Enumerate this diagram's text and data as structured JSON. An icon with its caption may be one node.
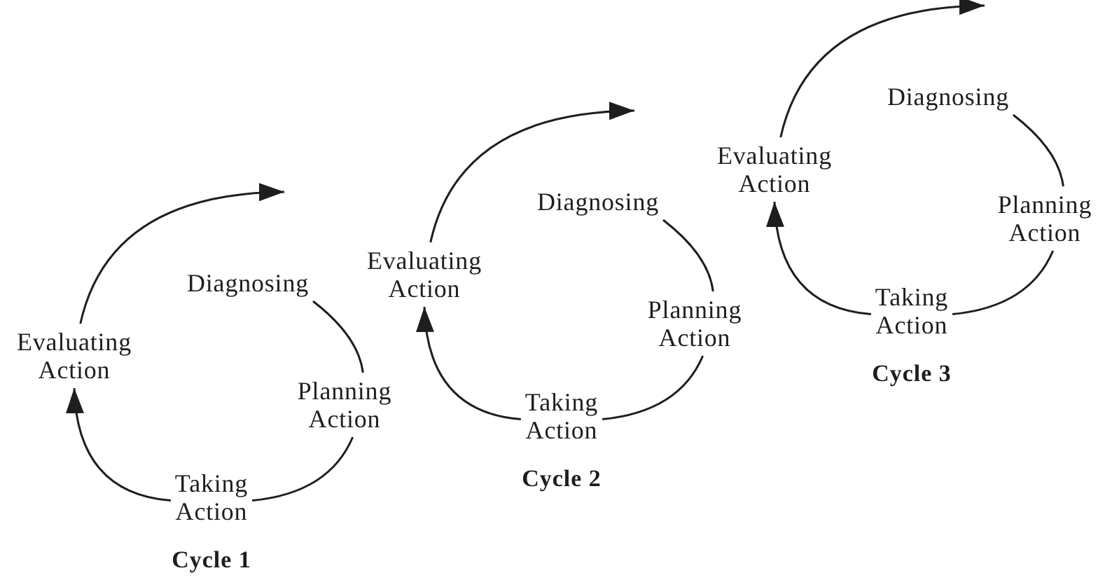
{
  "diagram": {
    "nodes": [
      {
        "text": [
          "Diagnosing"
        ]
      },
      {
        "text": [
          "Planning Action"
        ]
      },
      {
        "text": [
          "Taking Action"
        ]
      },
      {
        "text": [
          "Evaluating Action"
        ]
      },
      {
        "text": [
          "Diagnosing"
        ]
      },
      {
        "text": [
          "Planning Action"
        ]
      },
      {
        "text": [
          "Taking Action"
        ]
      },
      {
        "text": [
          "Evaluating Action"
        ]
      },
      {
        "text": [
          "Diagnosing"
        ]
      },
      {
        "text": [
          "Planning Action"
        ]
      },
      {
        "text": [
          "Taking Action"
        ]
      },
      {
        "text": [
          "Evaluating Action"
        ]
      }
    ],
    "edges": [
      {
        "from": 0,
        "to": 1,
        "arrow": "none"
      },
      {
        "from": 1,
        "to": 2,
        "arrow": "none"
      },
      {
        "from": 2,
        "to": 3,
        "arrow": "to"
      },
      {
        "from": 3,
        "to": null,
        "arrow": "to"
      },
      {
        "from": 4,
        "to": 5,
        "arrow": "none"
      },
      {
        "from": 5,
        "to": 6,
        "arrow": "none"
      },
      {
        "from": 6,
        "to": 7,
        "arrow": "to"
      },
      {
        "from": 7,
        "to": null,
        "arrow": "to"
      },
      {
        "from": 8,
        "to": 9,
        "arrow": "none"
      },
      {
        "from": 9,
        "to": 10,
        "arrow": "none"
      },
      {
        "from": 10,
        "to": 11,
        "arrow": "to"
      },
      {
        "from": 11,
        "to": null,
        "arrow": "to"
      }
    ],
    "labels": [
      "Cycle 1",
      "Cycle 2",
      "Cycle 3"
    ]
  }
}
